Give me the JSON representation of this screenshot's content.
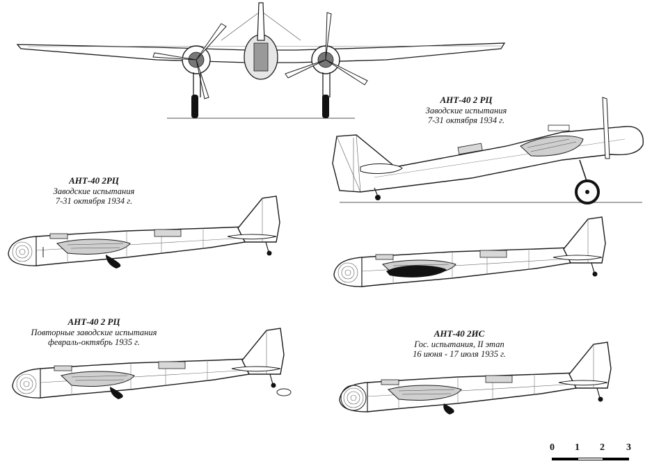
{
  "captions": [
    {
      "title": "АНТ-40 2 РЦ",
      "lines": [
        "Заводские испытания",
        "7-31 октября 1934 г."
      ]
    },
    {
      "title": "АНТ-40 2РЦ",
      "lines": [
        "Заводские испытания",
        "7-31 октября 1934 г."
      ]
    },
    {
      "title": "АНТ-40 2 РЦ",
      "lines": [
        "Повторные заводские испытания",
        "февраль-октябрь 1935 г."
      ]
    },
    {
      "title": "АНТ-40 2ИС",
      "lines": [
        "Гос. испытания, II этап",
        "16 июня - 17 июля 1935 г."
      ]
    }
  ],
  "scale_bar": {
    "labels": [
      "0",
      "1",
      "2",
      "3"
    ]
  },
  "colors": {
    "line": "#1a1a1a",
    "fill": "#ffffff",
    "shade": "#9a9a9a",
    "dark": "#111111"
  }
}
